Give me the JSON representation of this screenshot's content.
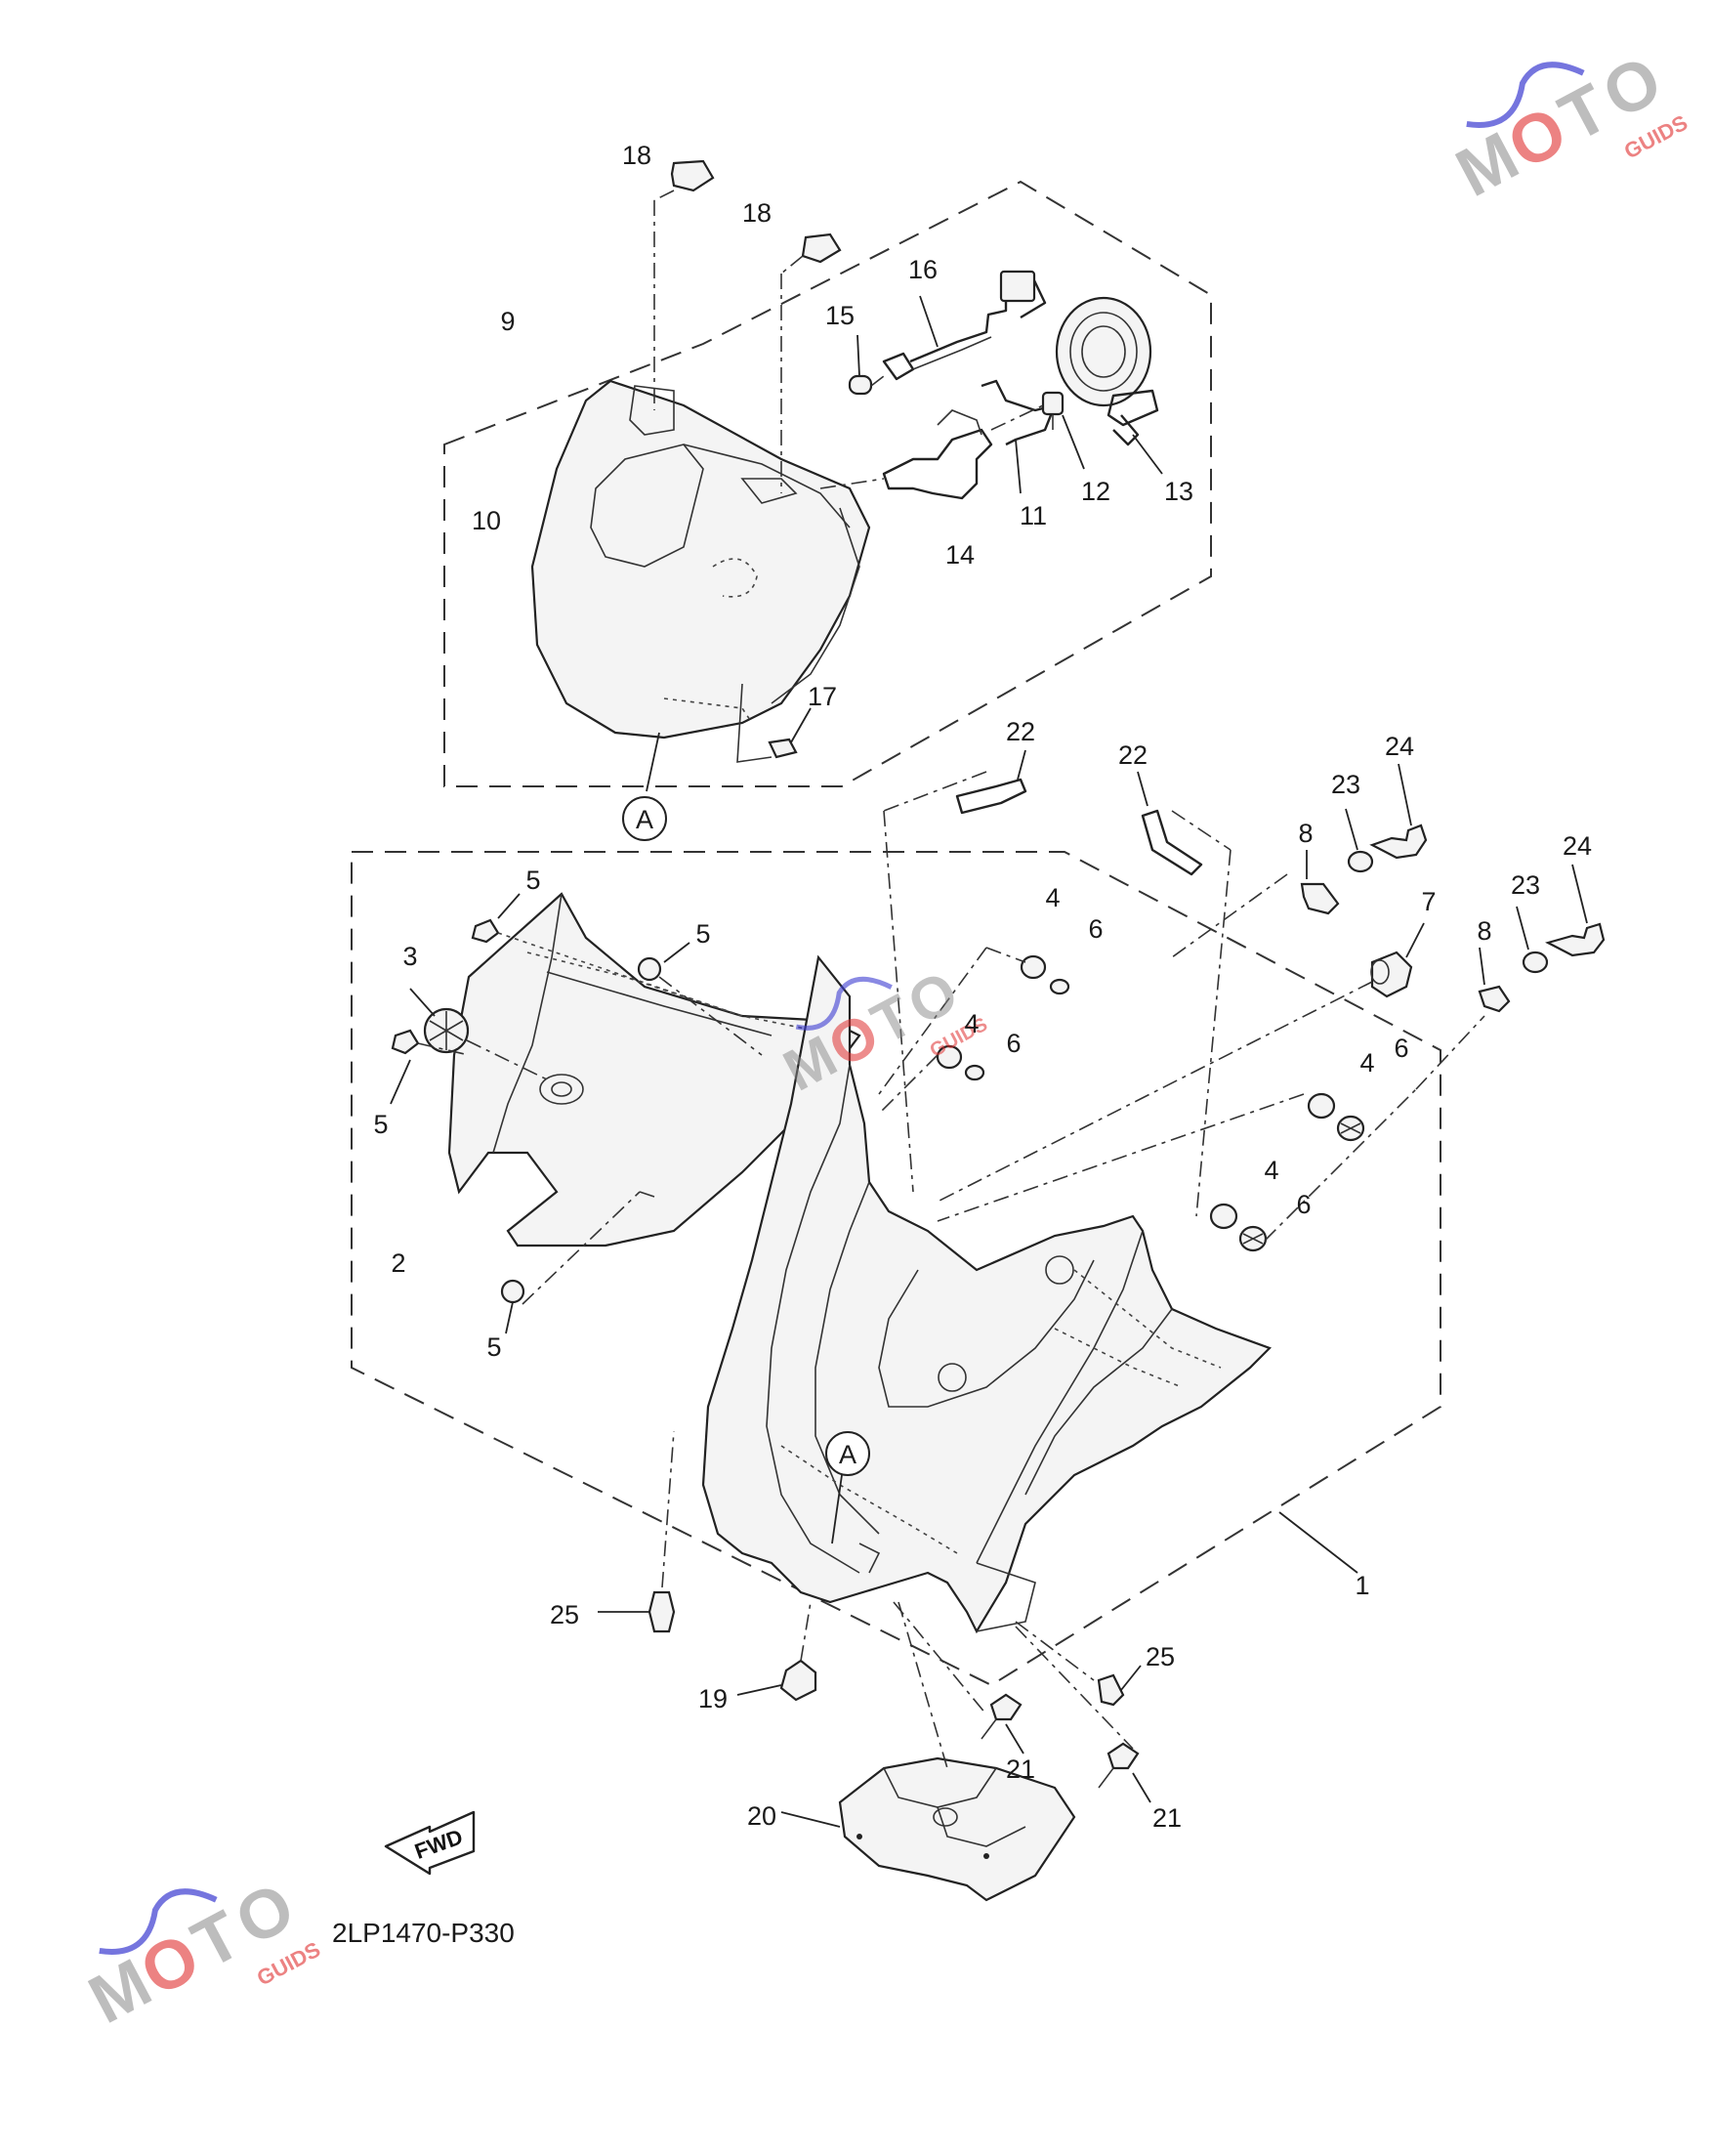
{
  "diagram_code": "2LP1470-P330",
  "fwd_label": "FWD",
  "ref_marker": "A",
  "watermark": {
    "brand": "MOTO",
    "sub": "GUIDS",
    "colors": [
      "#3a3ad0",
      "#e03030",
      "#555555"
    ]
  },
  "callouts": [
    {
      "id": "c1",
      "label": "1"
    },
    {
      "id": "c2",
      "label": "2"
    },
    {
      "id": "c3",
      "label": "3"
    },
    {
      "id": "c4a",
      "label": "4"
    },
    {
      "id": "c4b",
      "label": "4"
    },
    {
      "id": "c4c",
      "label": "4"
    },
    {
      "id": "c4d",
      "label": "4"
    },
    {
      "id": "c5a",
      "label": "5"
    },
    {
      "id": "c5b",
      "label": "5"
    },
    {
      "id": "c5c",
      "label": "5"
    },
    {
      "id": "c5d",
      "label": "5"
    },
    {
      "id": "c6a",
      "label": "6"
    },
    {
      "id": "c6b",
      "label": "6"
    },
    {
      "id": "c6c",
      "label": "6"
    },
    {
      "id": "c6d",
      "label": "6"
    },
    {
      "id": "c7",
      "label": "7"
    },
    {
      "id": "c8a",
      "label": "8"
    },
    {
      "id": "c8b",
      "label": "8"
    },
    {
      "id": "c9",
      "label": "9"
    },
    {
      "id": "c10",
      "label": "10"
    },
    {
      "id": "c11",
      "label": "11"
    },
    {
      "id": "c12",
      "label": "12"
    },
    {
      "id": "c13",
      "label": "13"
    },
    {
      "id": "c14",
      "label": "14"
    },
    {
      "id": "c15",
      "label": "15"
    },
    {
      "id": "c16",
      "label": "16"
    },
    {
      "id": "c17",
      "label": "17"
    },
    {
      "id": "c18a",
      "label": "18"
    },
    {
      "id": "c18b",
      "label": "18"
    },
    {
      "id": "c19",
      "label": "19"
    },
    {
      "id": "c20",
      "label": "20"
    },
    {
      "id": "c21a",
      "label": "21"
    },
    {
      "id": "c21b",
      "label": "21"
    },
    {
      "id": "c22a",
      "label": "22"
    },
    {
      "id": "c22b",
      "label": "22"
    },
    {
      "id": "c23a",
      "label": "23"
    },
    {
      "id": "c23b",
      "label": "23"
    },
    {
      "id": "c24a",
      "label": "24"
    },
    {
      "id": "c24b",
      "label": "24"
    },
    {
      "id": "c25a",
      "label": "25"
    },
    {
      "id": "c25b",
      "label": "25"
    }
  ]
}
